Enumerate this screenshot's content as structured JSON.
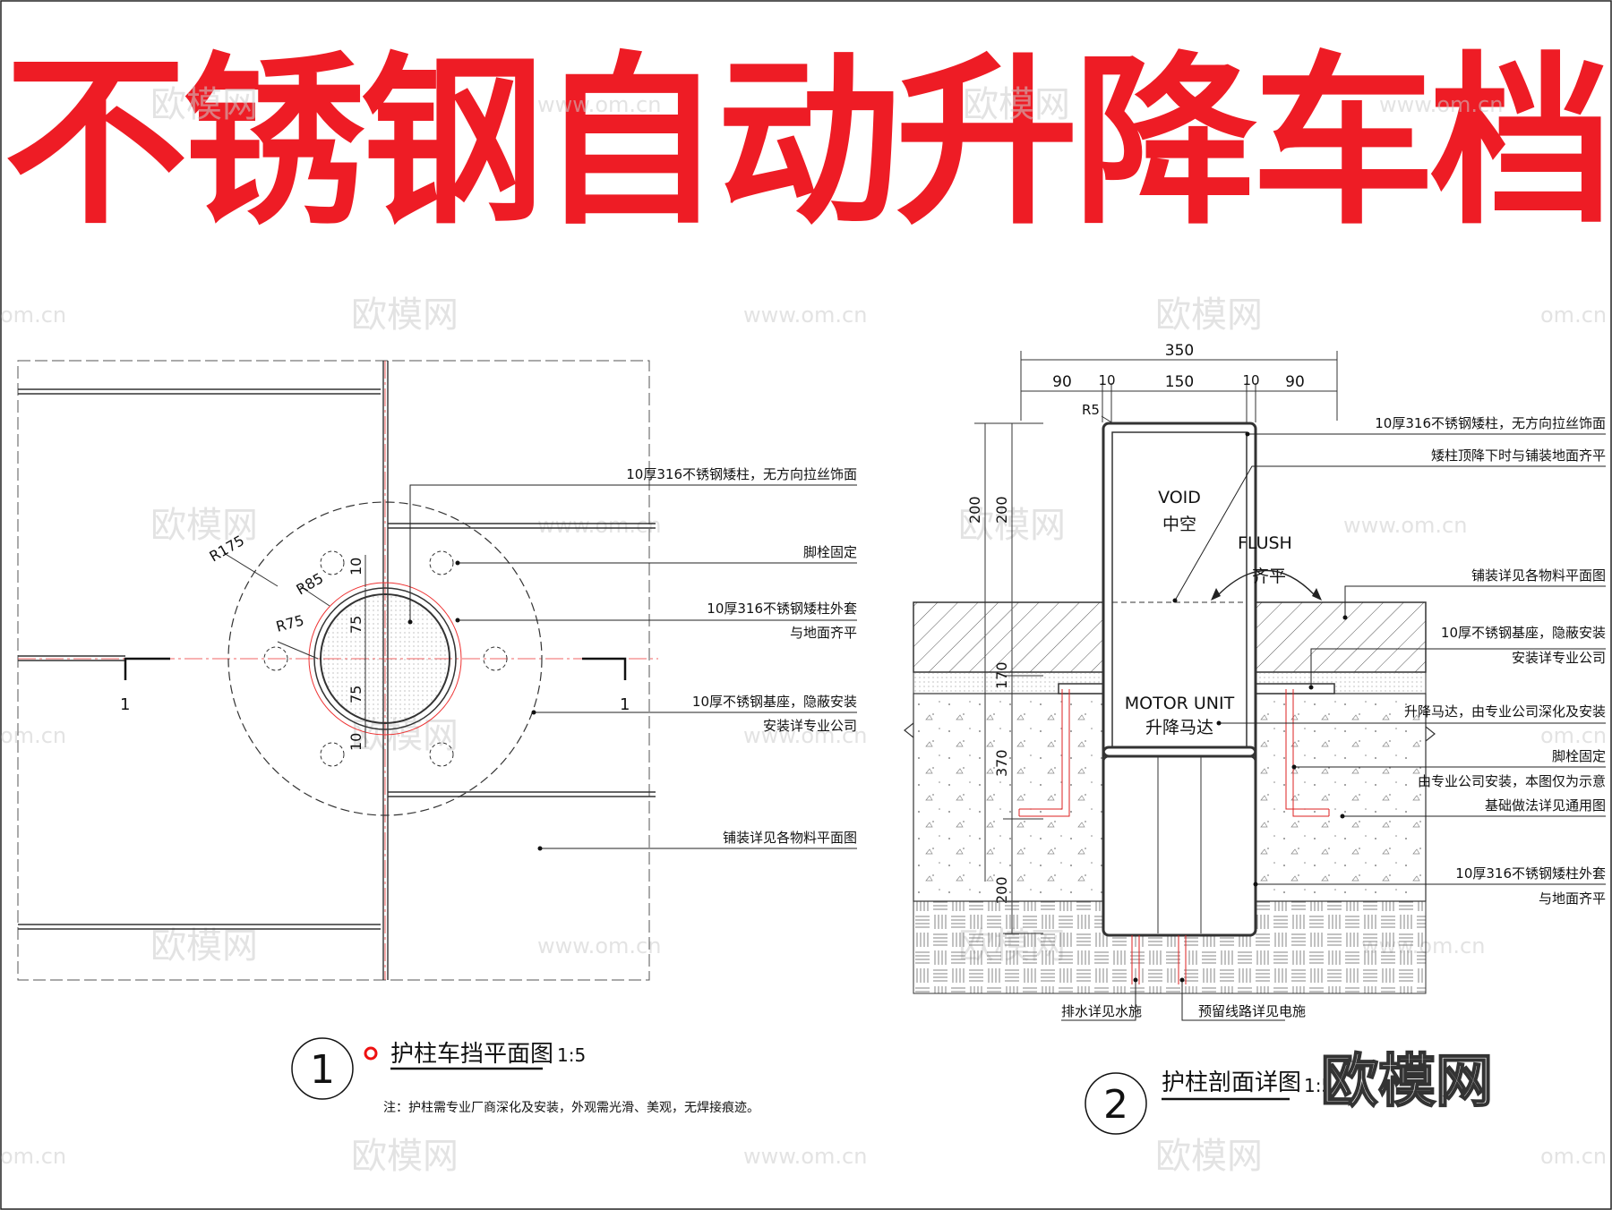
{
  "title": "不锈钢自动升降车档",
  "watermarks": {
    "logo": "欧模网",
    "url": "www.om.cn",
    "url_short": "om.cn"
  },
  "plan": {
    "title_number": "1",
    "title": "护柱车挡平面图",
    "scale": "1:5",
    "note": "注：护柱需专业厂商深化及安装，外观需光滑、美观，无焊接痕迹。",
    "dims": {
      "r175": "R175",
      "r85": "R85",
      "r75": "R75",
      "d10a": "10",
      "d75a": "75",
      "d75b": "75",
      "d10b": "10"
    },
    "section_marks": [
      "1",
      "1"
    ],
    "labels": [
      "10厚316不锈钢矮柱，无方向拉丝饰面",
      "脚栓固定",
      "10厚316不锈钢矮柱外套",
      "与地面齐平",
      "10厚不锈钢基座，隐蔽安装",
      "安装详专业公司",
      "铺装详见各物料平面图"
    ]
  },
  "section": {
    "title_number": "2",
    "title": "护柱剖面详图",
    "scale": "1:5",
    "dims_top": {
      "total": "350",
      "d90a": "90",
      "d10a": "10",
      "d150": "150",
      "d10b": "10",
      "d90b": "90",
      "r5": "R5"
    },
    "dims_left": {
      "d200a": "200",
      "d200b": "200",
      "d170": "170",
      "d370": "370",
      "d200c": "200"
    },
    "inner": {
      "void_en": "VOID",
      "void_cn": "中空",
      "flush_en": "FLUSH",
      "flush_cn": "齐平",
      "motor_en": "MOTOR UNIT",
      "motor_cn": "升降马达"
    },
    "labels": [
      "10厚316不锈钢矮柱，无方向拉丝饰面",
      "矮柱顶降下时与铺装地面齐平",
      "铺装详见各物料平面图",
      "10厚不锈钢基座，隐蔽安装",
      "安装详专业公司",
      "升降马达，由专业公司深化及安装",
      "脚栓固定",
      "由专业公司安装，本图仅为示意",
      "基础做法详见通用图",
      "10厚316不锈钢矮柱外套",
      "与地面齐平"
    ],
    "bottom_labels": [
      "排水详见水施",
      "预留线路详见电施"
    ]
  }
}
